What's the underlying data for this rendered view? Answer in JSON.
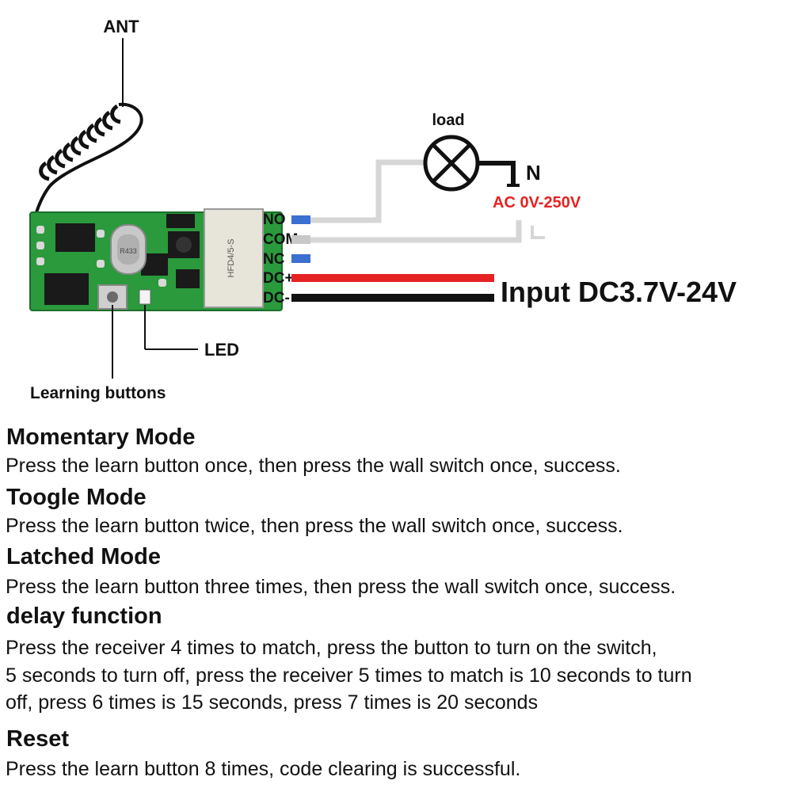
{
  "diagram": {
    "antenna_label": "ANT",
    "load_label": "load",
    "neutral_label": "N",
    "ac_label": "AC 0V-250V",
    "input_label": "Input DC3.7V-24V",
    "led_label": "LED",
    "learning_label": "Learning buttons",
    "pins": [
      "NO",
      "COM",
      "NC",
      "DC+",
      "DC-"
    ],
    "relay_marking": "HFD4/5-S",
    "crystal_marking": "R433",
    "colors": {
      "pcb": "#2a9a3c",
      "ac_wire": "#d6d6d6",
      "signal_wire": "#3b6fd0",
      "dc_positive_wire": "#e52222",
      "dc_negative_wire": "#111111",
      "ac_label": "#e52222"
    }
  },
  "modes": [
    {
      "title": "Momentary Mode",
      "description": "Press the learn button once, then press the wall switch once, success."
    },
    {
      "title": "Toogle Mode",
      "description": "Press the learn button twice, then press the wall switch once, success."
    },
    {
      "title": "Latched Mode",
      "description": "Press the learn button three times, then press the wall switch once, success."
    },
    {
      "title": "delay function",
      "description_lines": [
        "Press the receiver 4 times to match, press the button to turn on the switch,",
        "5 seconds to turn off, press the receiver 5 times to match is 10 seconds to turn",
        "off, press 6 times is 15 seconds, press 7 times is 20 seconds"
      ]
    },
    {
      "title": "Reset",
      "description": "Press the learn button 8 times, code clearing is successful."
    }
  ]
}
